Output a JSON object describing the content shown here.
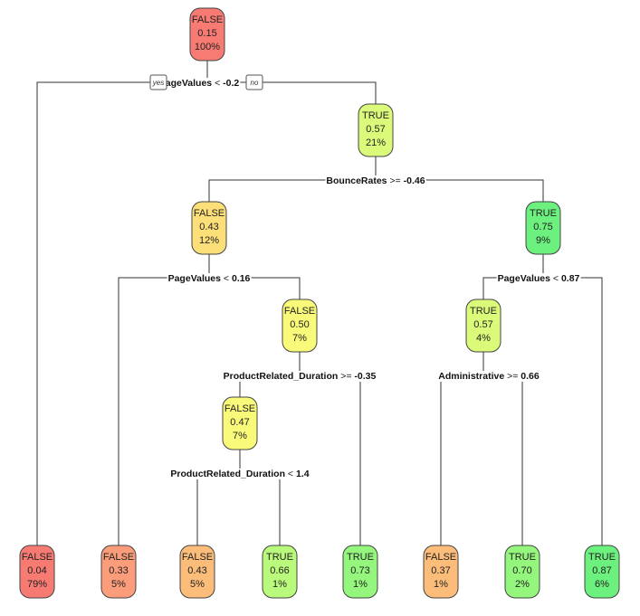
{
  "colors": {
    "false_strong": "#f77b72",
    "false_medium": "#fb9d7a",
    "false_light": "#fbbd79",
    "false_pale": "#fddf7a",
    "neutral_yellow": "#fafa7a",
    "true_pale": "#dcfa7a",
    "true_light": "#b9f97b",
    "true_medium": "#94f67c",
    "true_strong": "#6cf07e"
  },
  "branch_labels": {
    "yes": "yes",
    "no": "no"
  },
  "nodes": [
    {
      "id": "root",
      "label": "FALSE",
      "prob": "0.15",
      "pct": "100%",
      "color": "false_strong"
    },
    {
      "id": "n2",
      "label": "TRUE",
      "prob": "0.57",
      "pct": "21%",
      "color": "true_pale"
    },
    {
      "id": "n4",
      "label": "FALSE",
      "prob": "0.43",
      "pct": "12%",
      "color": "false_pale"
    },
    {
      "id": "n5",
      "label": "TRUE",
      "prob": "0.75",
      "pct": "9%",
      "color": "true_strong"
    },
    {
      "id": "n9",
      "label": "FALSE",
      "prob": "0.50",
      "pct": "7%",
      "color": "neutral_yellow"
    },
    {
      "id": "n10",
      "label": "TRUE",
      "prob": "0.57",
      "pct": "4%",
      "color": "true_pale"
    },
    {
      "id": "n18",
      "label": "FALSE",
      "prob": "0.47",
      "pct": "7%",
      "color": "neutral_yellow"
    },
    {
      "id": "l1",
      "label": "FALSE",
      "prob": "0.04",
      "pct": "79%",
      "color": "false_strong"
    },
    {
      "id": "l2",
      "label": "FALSE",
      "prob": "0.33",
      "pct": "5%",
      "color": "false_medium"
    },
    {
      "id": "l3",
      "label": "FALSE",
      "prob": "0.43",
      "pct": "5%",
      "color": "false_light"
    },
    {
      "id": "l4",
      "label": "TRUE",
      "prob": "0.66",
      "pct": "1%",
      "color": "true_light"
    },
    {
      "id": "l5",
      "label": "TRUE",
      "prob": "0.73",
      "pct": "1%",
      "color": "true_medium"
    },
    {
      "id": "l6",
      "label": "FALSE",
      "prob": "0.37",
      "pct": "1%",
      "color": "false_light"
    },
    {
      "id": "l7",
      "label": "TRUE",
      "prob": "0.70",
      "pct": "2%",
      "color": "true_medium"
    },
    {
      "id": "l8",
      "label": "TRUE",
      "prob": "0.87",
      "pct": "6%",
      "color": "true_strong"
    }
  ],
  "splits": [
    {
      "id": "s_root",
      "feature": "PageValues",
      "op": "<",
      "value": "-0.2"
    },
    {
      "id": "s_n2",
      "feature": "BounceRates",
      "op": ">=",
      "value": "-0.46"
    },
    {
      "id": "s_n4",
      "feature": "PageValues",
      "op": "<",
      "value": "0.16"
    },
    {
      "id": "s_n5",
      "feature": "PageValues",
      "op": "<",
      "value": "0.87"
    },
    {
      "id": "s_n9",
      "feature": "ProductRelated_Duration",
      "op": ">=",
      "value": "-0.35"
    },
    {
      "id": "s_n10",
      "feature": "Administrative",
      "op": ">=",
      "value": "0.66"
    },
    {
      "id": "s_n18",
      "feature": "ProductRelated_Duration",
      "op": "<",
      "value": "1.4"
    }
  ]
}
